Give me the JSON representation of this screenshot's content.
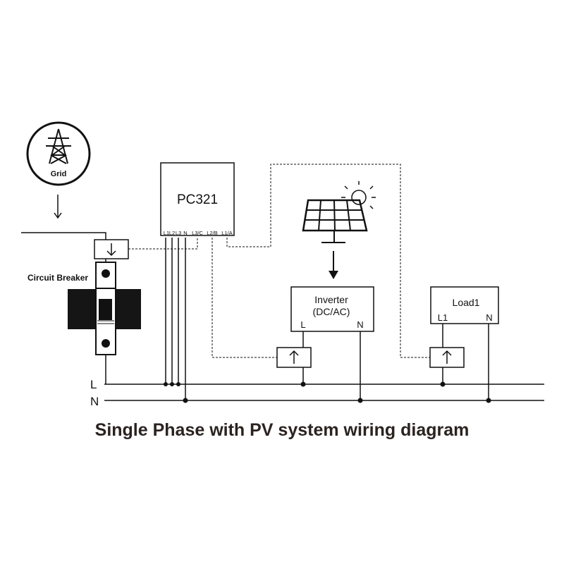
{
  "grid": {
    "label": "Grid"
  },
  "breaker": {
    "label": "Circuit Breaker"
  },
  "meter": {
    "name": "PC321",
    "terminals": [
      "L1",
      "L2",
      "L3",
      "N",
      "L3/C",
      "L2/B",
      "L1/A"
    ]
  },
  "inverter": {
    "title_line1": "Inverter",
    "title_line2": "(DC/AC)",
    "terminal_l": "L",
    "terminal_n": "N"
  },
  "load": {
    "title": "Load1",
    "terminal_l": "L1",
    "terminal_n": "N"
  },
  "bus": {
    "line_label": "L",
    "neutral_label": "N"
  },
  "caption": "Single Phase with PV system wiring diagram"
}
